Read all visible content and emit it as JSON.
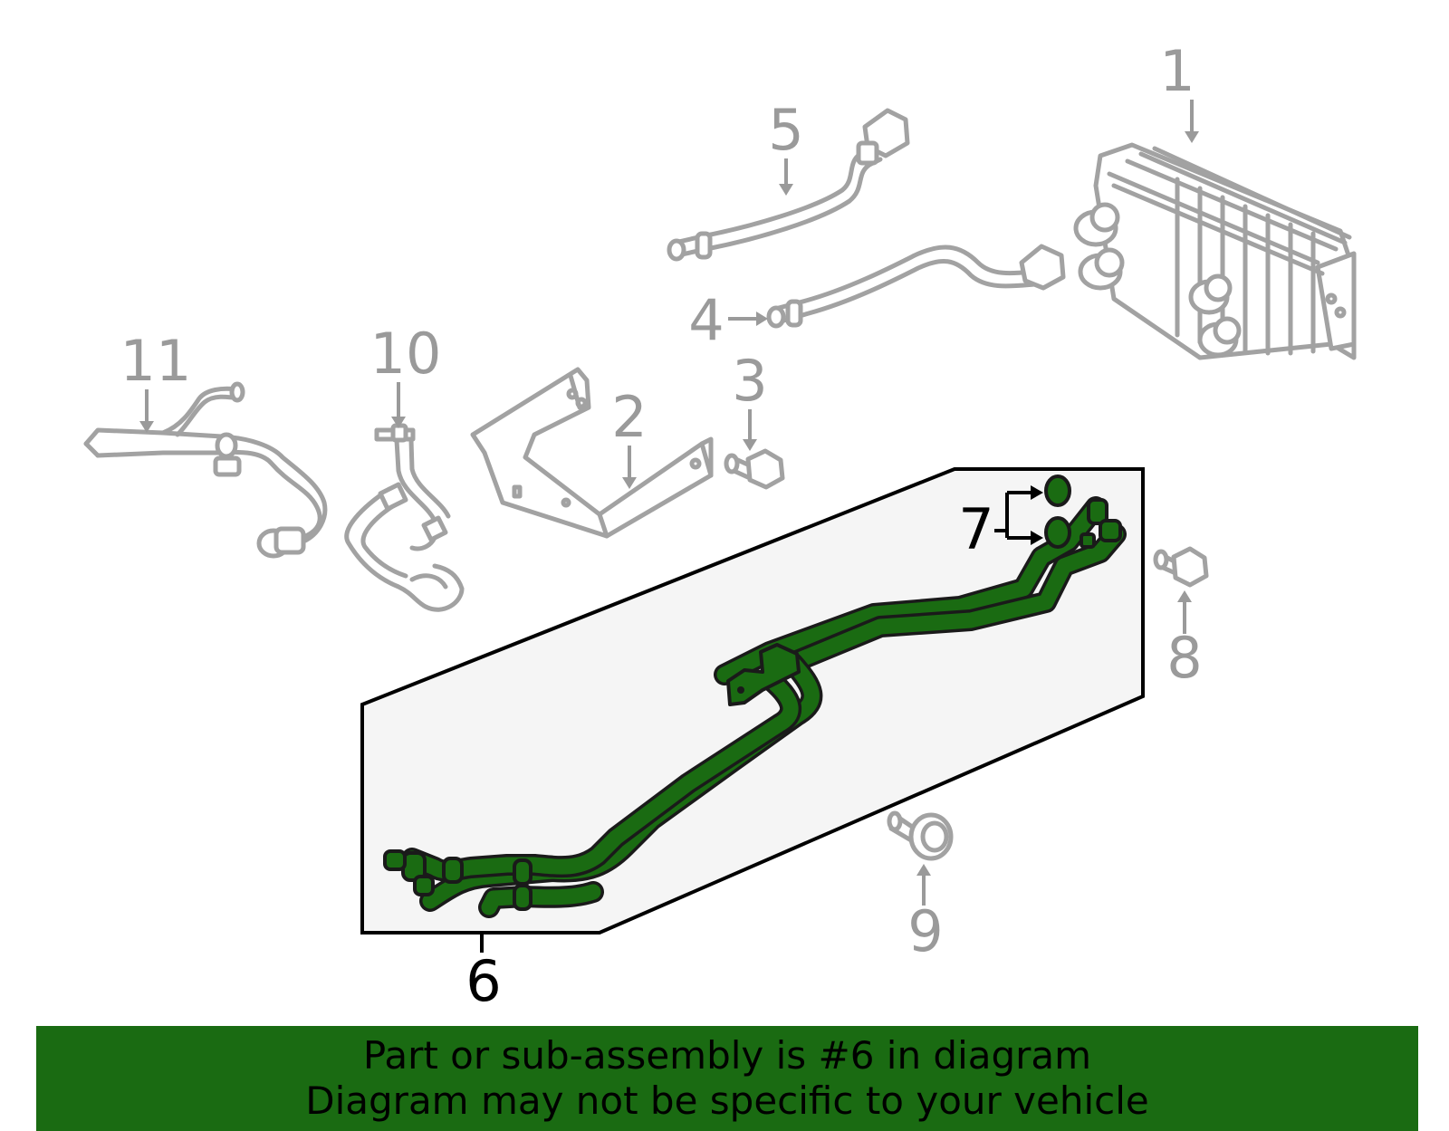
{
  "callouts": {
    "c1": "1",
    "c2": "2",
    "c3": "3",
    "c4": "4",
    "c5": "5",
    "c6": "6",
    "c7": "7",
    "c8": "8",
    "c9": "9",
    "c10": "10",
    "c11": "11"
  },
  "highlighted_part": "6",
  "colors": {
    "highlight": "#1a6b12",
    "banner_background": "#1a6b12",
    "parts_outline": "#a2a2a2",
    "callout_text": "#9a9a9a",
    "highlight_box_fill": "#f5f5f5"
  },
  "banner": {
    "line1": "Part or sub-assembly is #6 in diagram",
    "line2": "Diagram may not be specific to your vehicle"
  }
}
